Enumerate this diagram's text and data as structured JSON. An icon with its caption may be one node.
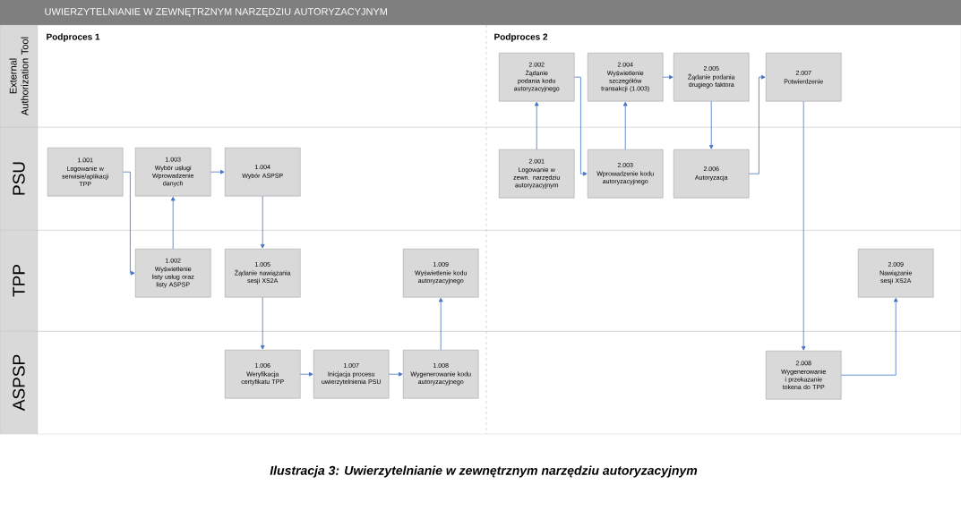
{
  "diagram": {
    "title": "UWIERZYTELNIANIE W ZEWNĘTRZNYM NARZĘDZIU AUTORYZACYJNYM",
    "caption": "Ilustracja 3: Uwierzytelnianie w zewnętrznym narzędziu autoryzacyjnym",
    "nodes": [
      {
        "text": [
          "External Authorization Tool"
        ]
      },
      {
        "text": [
          "PSU"
        ]
      },
      {
        "text": [
          "TPP"
        ]
      },
      {
        "text": [
          "ASPSP"
        ]
      },
      {
        "text": [
          "1.001",
          "Logowanie w serwisie/aplikacji TPP"
        ],
        "in": 1
      },
      {
        "text": [
          "1.003",
          "Wybór usługi Wprowadzenie danych"
        ],
        "in": 1
      },
      {
        "text": [
          "1.004",
          "Wybór ASPSP"
        ],
        "in": 1
      },
      {
        "text": [
          "1.002",
          "Wyświetlenie listy usług oraz listy ASPSP"
        ],
        "in": 2
      },
      {
        "text": [
          "1.005",
          "Żądanie nawiązania sesji XS2A"
        ],
        "in": 2
      },
      {
        "text": [
          "1.009",
          "Wyświetlenie kodu autoryzacyjnego"
        ],
        "in": 2
      },
      {
        "text": [
          "1.006",
          "Weryfikacja certyfikatu TPP"
        ],
        "in": 3
      },
      {
        "text": [
          "1.007",
          "Inicjacja procesu uwierzytelnienia PSU"
        ],
        "in": 3
      },
      {
        "text": [
          "1.008",
          "Wygenerowanie kodu autoryzacyjnego"
        ],
        "in": 3
      },
      {
        "text": [
          "2.002",
          "Żądanie podania kodu autoryzacyjnego"
        ],
        "in": 0
      },
      {
        "text": [
          "2.004",
          "Wyświetlenie szczegółów transakcji (1.003)"
        ],
        "in": 0
      },
      {
        "text": [
          "2.005",
          "Żądanie podania drugiego faktora"
        ],
        "in": 0
      },
      {
        "text": [
          "2.007",
          "Potwierdzenie"
        ],
        "in": 0
      },
      {
        "text": [
          "2.001",
          "Logowanie w zewn. narzędziu autoryzacyjnym"
        ],
        "in": 1
      },
      {
        "text": [
          "2.003",
          "Wprowadzenie kodu autoryzacyjnego"
        ],
        "in": 1
      },
      {
        "text": [
          "2.006",
          "Autoryzacja"
        ],
        "in": 1
      },
      {
        "text": [
          "2.009",
          "Nawiązanie sesji XS2A"
        ],
        "in": 2
      },
      {
        "text": [
          "2.008",
          "Wygenerowanie i przekazanie tokena do TPP"
        ],
        "in": 3
      }
    ],
    "edges": [
      {
        "from": 4,
        "to": 7,
        "arrow": "to"
      },
      {
        "from": 7,
        "to": 5,
        "arrow": "to"
      },
      {
        "from": 5,
        "to": 6,
        "arrow": "to"
      },
      {
        "from": 6,
        "to": 8,
        "arrow": "to"
      },
      {
        "from": 8,
        "to": 10,
        "arrow": "to"
      },
      {
        "from": 10,
        "to": 11,
        "arrow": "to"
      },
      {
        "from": 11,
        "to": 12,
        "arrow": "to"
      },
      {
        "from": 12,
        "to": 9,
        "arrow": "to"
      },
      {
        "from": 17,
        "to": 13,
        "arrow": "to"
      },
      {
        "from": 13,
        "to": 18,
        "arrow": "to"
      },
      {
        "from": 18,
        "to": 14,
        "arrow": "to"
      },
      {
        "from": 14,
        "to": 15,
        "arrow": "to"
      },
      {
        "from": 15,
        "to": 19,
        "arrow": "to"
      },
      {
        "from": 19,
        "to": 16,
        "arrow": "to"
      },
      {
        "from": 16,
        "to": 21,
        "arrow": "to"
      },
      {
        "from": 21,
        "to": 20,
        "arrow": "to"
      }
    ],
    "labels": [
      "Podproces 1",
      "Podproces 2"
    ]
  }
}
